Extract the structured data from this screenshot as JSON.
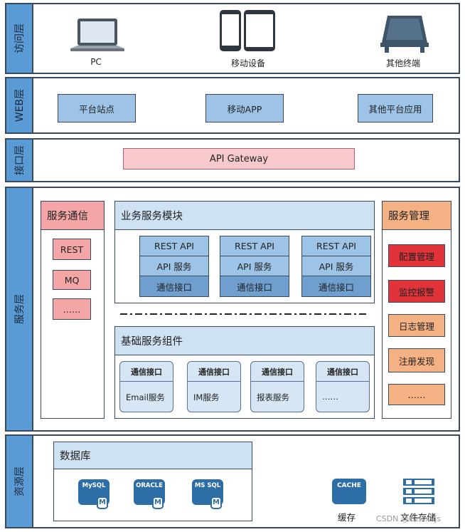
{
  "layers": {
    "access": "访问层",
    "web": "WEB层",
    "interface": "接口层",
    "service": "服务层",
    "resource": "资源层"
  },
  "access": {
    "pc": "PC",
    "mobile": "移动设备",
    "other": "其他终端"
  },
  "web": {
    "platform_site": "平台站点",
    "mobile_app": "移动APP",
    "other_app": "其他平台应用"
  },
  "interface": {
    "gateway": "API Gateway"
  },
  "service": {
    "comm": {
      "title": "服务通信",
      "items": [
        "REST",
        "MQ",
        "……"
      ]
    },
    "business": {
      "title": "业务服务模块",
      "modules": [
        {
          "rest": "REST API",
          "api": "API 服务",
          "iface": "通信接口"
        },
        {
          "rest": "REST API",
          "api": "API 服务",
          "iface": "通信接口"
        },
        {
          "rest": "REST API",
          "api": "API 服务",
          "iface": "通信接口"
        }
      ]
    },
    "base": {
      "title": "基础服务组件",
      "components": [
        {
          "iface": "通信接口",
          "name": "Email服务"
        },
        {
          "iface": "通信接口",
          "name": "IM服务"
        },
        {
          "iface": "通信接口",
          "name": "报表服务"
        },
        {
          "iface": "通信接口",
          "name": "……"
        }
      ]
    },
    "mgmt": {
      "title": "服务管理",
      "items": [
        "配置管理",
        "监控报警",
        "日志管理",
        "注册发现",
        "……"
      ]
    }
  },
  "resource": {
    "database": "数据库",
    "dbs": [
      "MySQL",
      "ORACLE",
      "MS SQL"
    ],
    "db_badge": "M",
    "cache_icon": "CACHE",
    "cache": "缓存",
    "file_storage": "文件存储"
  },
  "watermark": "CSDN @Gzlcxxjs",
  "colors": {
    "layer_label": "#5b9bd5",
    "light_blue": "#9dc3e6",
    "pink": "#f8c9cc",
    "comm_header": "#f4a6a6",
    "mgmt_header": "#f4b183",
    "red_item": "#e0343a",
    "orange_item": "#f4b183"
  }
}
